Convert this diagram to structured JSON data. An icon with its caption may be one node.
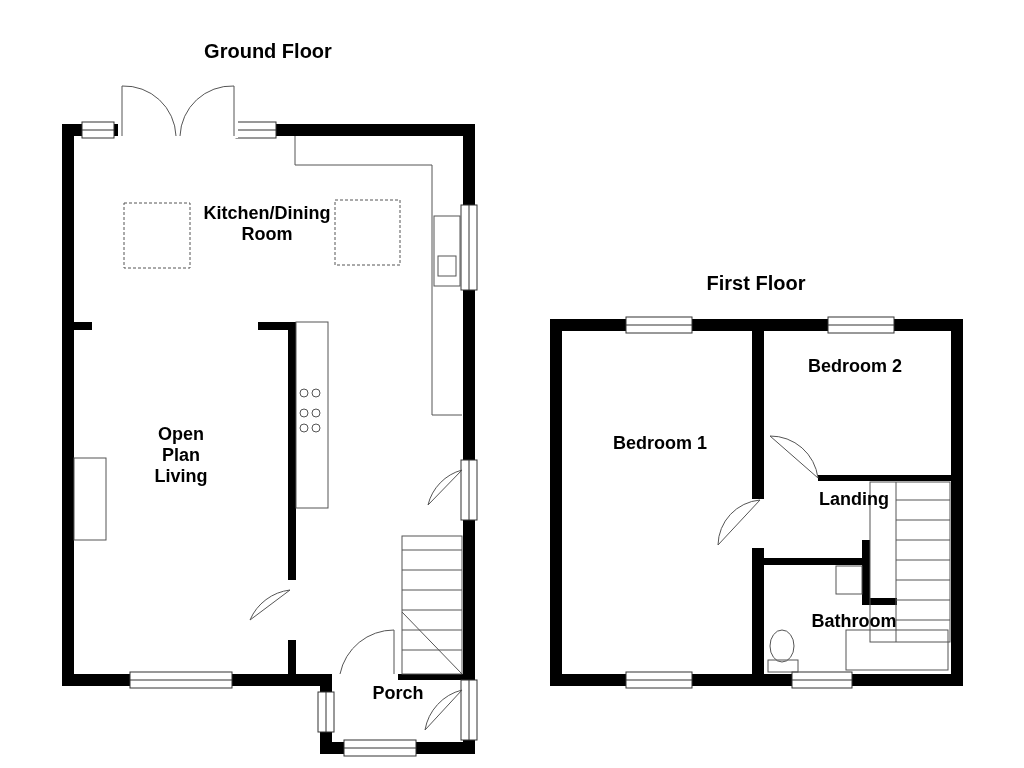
{
  "diagram": {
    "nodes": [
      {
        "text": [
          "Ground Floor"
        ]
      },
      {
        "text": [
          "Kitchen/Dining Room"
        ],
        "in": 0
      },
      {
        "text": [
          "Open Plan Living"
        ],
        "in": 0
      },
      {
        "text": [
          "Porch"
        ],
        "in": 0
      },
      {
        "text": [
          "First Floor"
        ]
      },
      {
        "text": [
          "Bedroom 1"
        ],
        "in": 4
      },
      {
        "text": [
          "Bedroom 2"
        ],
        "in": 4
      },
      {
        "text": [
          "Landing"
        ],
        "in": 4
      },
      {
        "text": [
          "Bathroom"
        ],
        "in": 4
      }
    ]
  }
}
